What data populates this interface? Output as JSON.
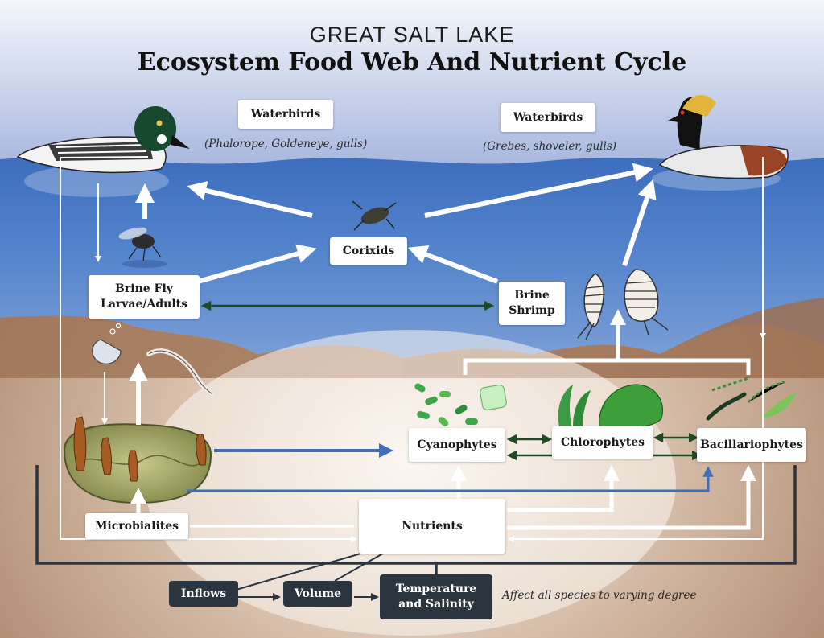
{
  "title": {
    "subtitle": "GREAT SALT LAKE",
    "main": "Ecosystem Food Web And Nutrient Cycle"
  },
  "nodes": {
    "waterbirds_left": "Waterbirds",
    "waterbirds_left_note": "(Phalorope, Goldeneye, gulls)",
    "waterbirds_right": "Waterbirds",
    "waterbirds_right_note": "(Grebes, shoveler, gulls)",
    "corixids": "Corixids",
    "brine_fly": "Brine Fly\nLarvae/Adults",
    "brine_shrimp": "Brine\nShrimp",
    "cyanophytes": "Cyanophytes",
    "chlorophytes": "Chlorophytes",
    "bacillariophytes": "Bacillariophytes",
    "microbialites": "Microbialites",
    "nutrients": "Nutrients"
  },
  "drivers": {
    "inflows": "Inflows",
    "volume": "Volume",
    "temperature_salinity": "Temperature\nand Salinity",
    "note": "Affect all species to varying degree"
  },
  "colors": {
    "sky": "#a9b6dc",
    "water": "#4b7cc7",
    "sediment": "#a27658",
    "arrow_white": "#ffffff",
    "arrow_blue": "#3f6fb6",
    "arrow_green": "#1f4a26",
    "driver_box": "#2b3540"
  }
}
